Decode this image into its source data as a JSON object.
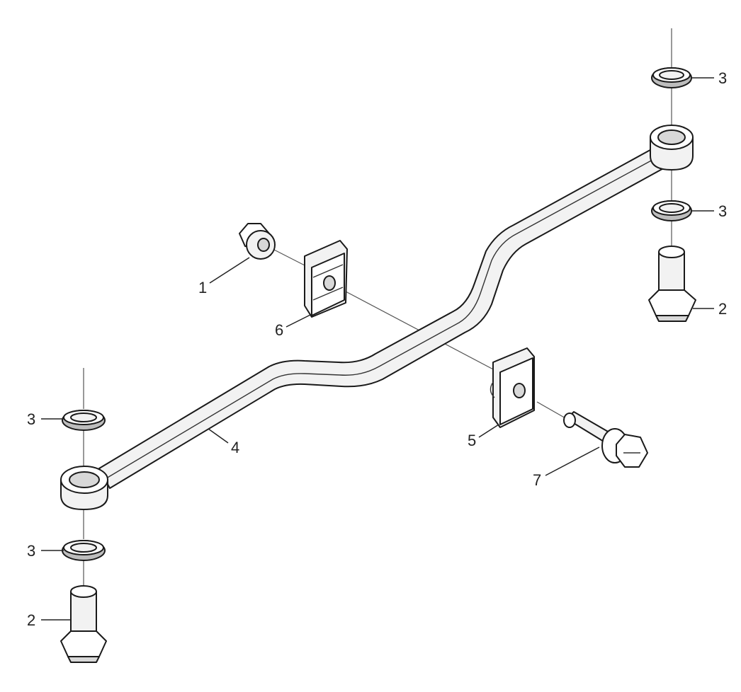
{
  "callouts": {
    "c1": "1",
    "c2_left": "2",
    "c2_right": "2",
    "c3_left_top": "3",
    "c3_left_bottom": "3",
    "c3_right_top": "3",
    "c3_right_mid": "3",
    "c4": "4",
    "c5": "5",
    "c6": "6",
    "c7": "7"
  }
}
